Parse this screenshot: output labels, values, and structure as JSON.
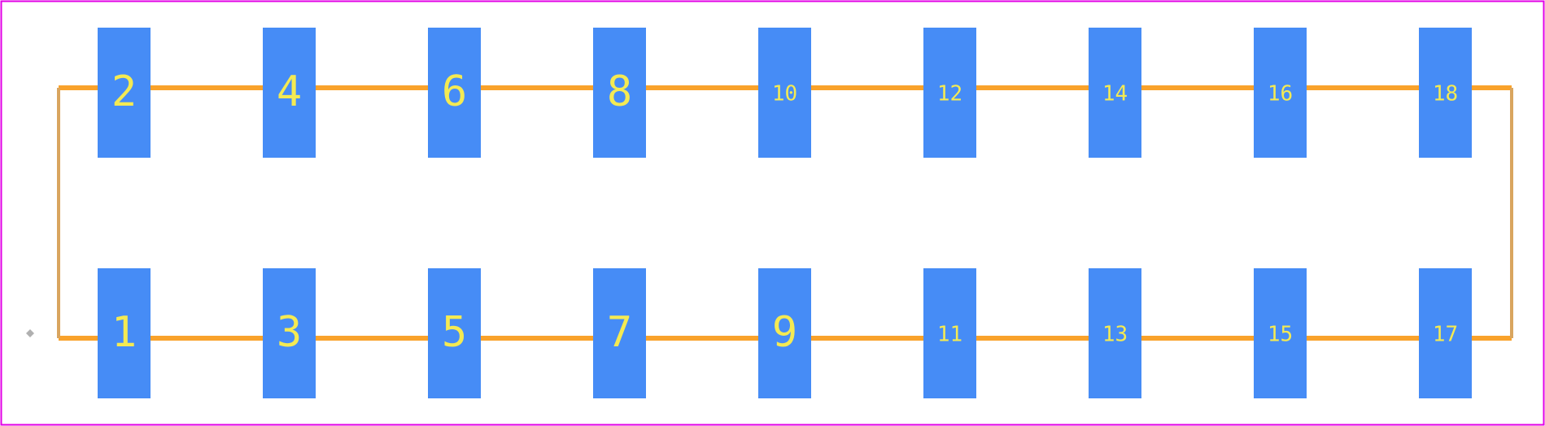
{
  "colors": {
    "background": "#ffffff",
    "border": "#e200e6",
    "trace": "#f9a22b",
    "side_trace": "#d9a55f",
    "pad": "#468cf6",
    "label": "#f4ea53",
    "marker": "#b0b0b0"
  },
  "top_row": {
    "pads": [
      {
        "number": "2"
      },
      {
        "number": "4"
      },
      {
        "number": "6"
      },
      {
        "number": "8"
      },
      {
        "number": "10"
      },
      {
        "number": "12"
      },
      {
        "number": "14"
      },
      {
        "number": "16"
      },
      {
        "number": "18"
      }
    ]
  },
  "bottom_row": {
    "pads": [
      {
        "number": "1"
      },
      {
        "number": "3"
      },
      {
        "number": "5"
      },
      {
        "number": "7"
      },
      {
        "number": "9"
      },
      {
        "number": "11"
      },
      {
        "number": "13"
      },
      {
        "number": "15"
      },
      {
        "number": "17"
      }
    ]
  },
  "pin1_marker": {
    "icon": "diamond-marker-icon"
  }
}
